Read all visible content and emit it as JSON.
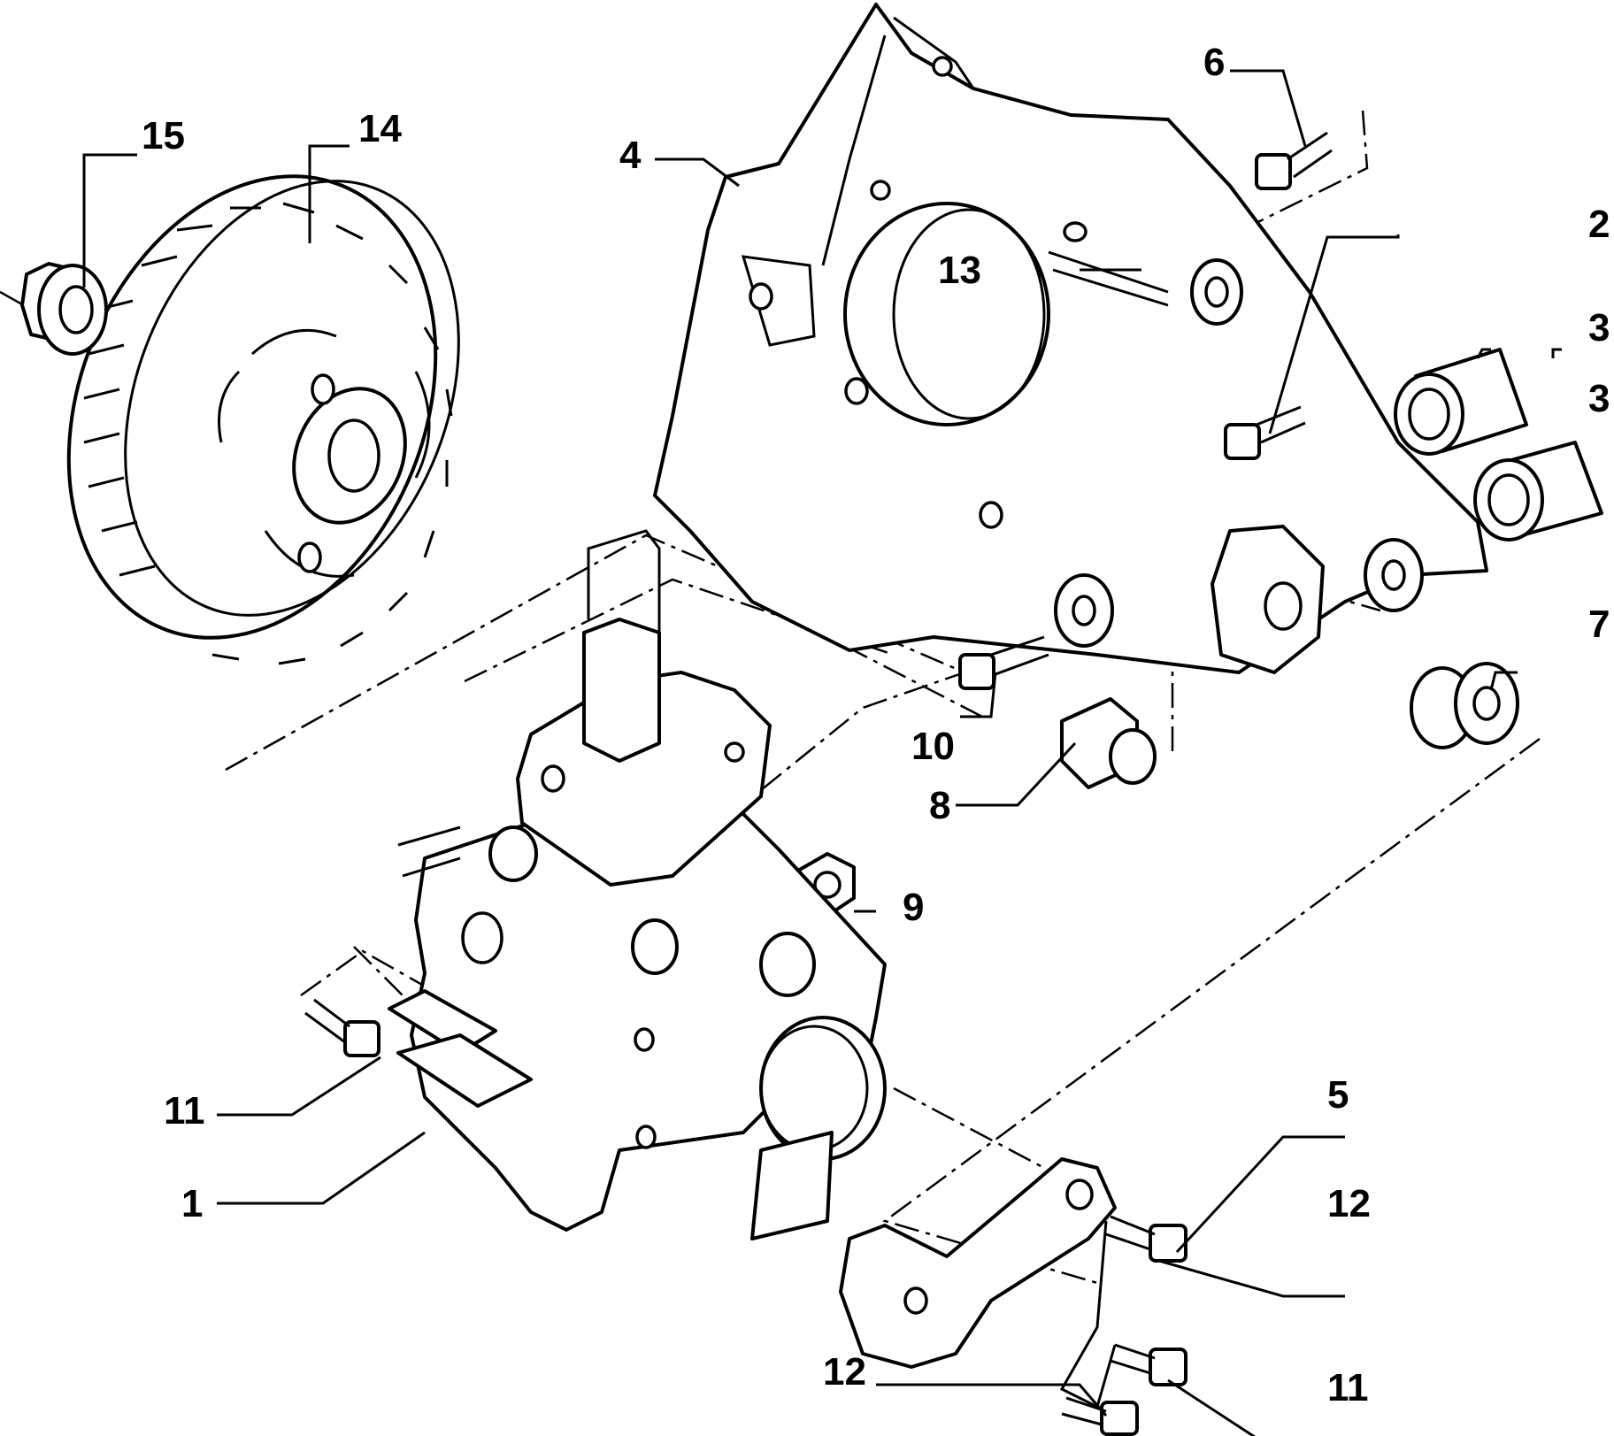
{
  "diagram": {
    "type": "exploded-parts-view",
    "callouts": [
      {
        "id": "c1",
        "label": "1"
      },
      {
        "id": "c2",
        "label": "2"
      },
      {
        "id": "c3a",
        "label": "3"
      },
      {
        "id": "c3b",
        "label": "3"
      },
      {
        "id": "c4",
        "label": "4"
      },
      {
        "id": "c5",
        "label": "5"
      },
      {
        "id": "c6",
        "label": "6"
      },
      {
        "id": "c7",
        "label": "7"
      },
      {
        "id": "c8",
        "label": "8"
      },
      {
        "id": "c9",
        "label": "9"
      },
      {
        "id": "c10",
        "label": "10"
      },
      {
        "id": "c11a",
        "label": "11"
      },
      {
        "id": "c11b",
        "label": "11"
      },
      {
        "id": "c12a",
        "label": "12"
      },
      {
        "id": "c12b",
        "label": "12"
      },
      {
        "id": "c13",
        "label": "13"
      },
      {
        "id": "c14",
        "label": "14"
      },
      {
        "id": "c15",
        "label": "15"
      }
    ]
  }
}
